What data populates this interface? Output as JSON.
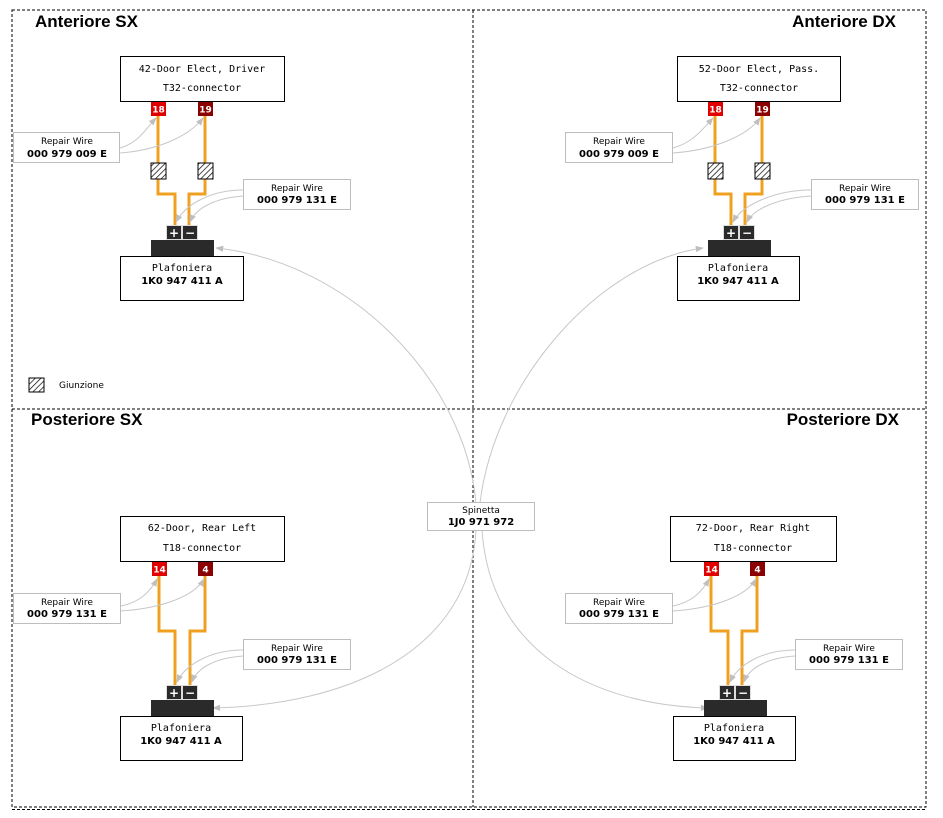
{
  "colors": {
    "wire": "#f0a020",
    "pin_plus": "#e00000",
    "pin_minus": "#8b0000",
    "leader": "#c0c0c0",
    "box_border": "#000000",
    "repair_border": "#bdbdbd",
    "housing": "#2a2a2a"
  },
  "quadrants": {
    "fl": {
      "title": "Anteriore SX",
      "connector_name": "42-Door Elect, Driver",
      "connector_type": "T32-connector",
      "pin_plus": "18",
      "pin_minus": "19",
      "repair_top_title": "Repair Wire",
      "repair_top_code": "000 979  009 E",
      "repair_bottom_title": "Repair Wire",
      "repair_bottom_code": "000 979  131 E",
      "plus_symbol": "+",
      "minus_symbol": "−",
      "lamp_name": "Plafoniera",
      "lamp_code": "1K0 947 411 A"
    },
    "fr": {
      "title": "Anteriore DX",
      "connector_name": "52-Door Elect, Pass.",
      "connector_type": "T32-connector",
      "pin_plus": "18",
      "pin_minus": "19",
      "repair_top_title": "Repair Wire",
      "repair_top_code": "000 979  009 E",
      "repair_bottom_title": "Repair Wire",
      "repair_bottom_code": "000 979  131 E",
      "plus_symbol": "+",
      "minus_symbol": "−",
      "lamp_name": "Plafoniera",
      "lamp_code": "1K0 947 411 A"
    },
    "rl": {
      "title": "Posteriore SX",
      "connector_name": "62-Door, Rear Left",
      "connector_type": "T18-connector",
      "pin_plus": "14",
      "pin_minus": "4",
      "repair_top_title": "Repair Wire",
      "repair_top_code": "000 979  131 E",
      "repair_bottom_title": "Repair Wire",
      "repair_bottom_code": "000 979  131 E",
      "plus_symbol": "+",
      "minus_symbol": "−",
      "lamp_name": "Plafoniera",
      "lamp_code": "1K0 947 411 A"
    },
    "rr": {
      "title": "Posteriore DX",
      "connector_name": "72-Door, Rear Right",
      "connector_type": "T18-connector",
      "pin_plus": "14",
      "pin_minus": "4",
      "repair_top_title": "Repair Wire",
      "repair_top_code": "000 979  131 E",
      "repair_bottom_title": "Repair Wire",
      "repair_bottom_code": "000 979  131 E",
      "plus_symbol": "+",
      "minus_symbol": "−",
      "lamp_name": "Plafoniera",
      "lamp_code": "1K0 947 411 A"
    }
  },
  "legend": {
    "label": "Giunzione",
    "icon": "hatched-splice-icon"
  },
  "center": {
    "name": "Spinetta",
    "code": "1J0 971 972"
  }
}
